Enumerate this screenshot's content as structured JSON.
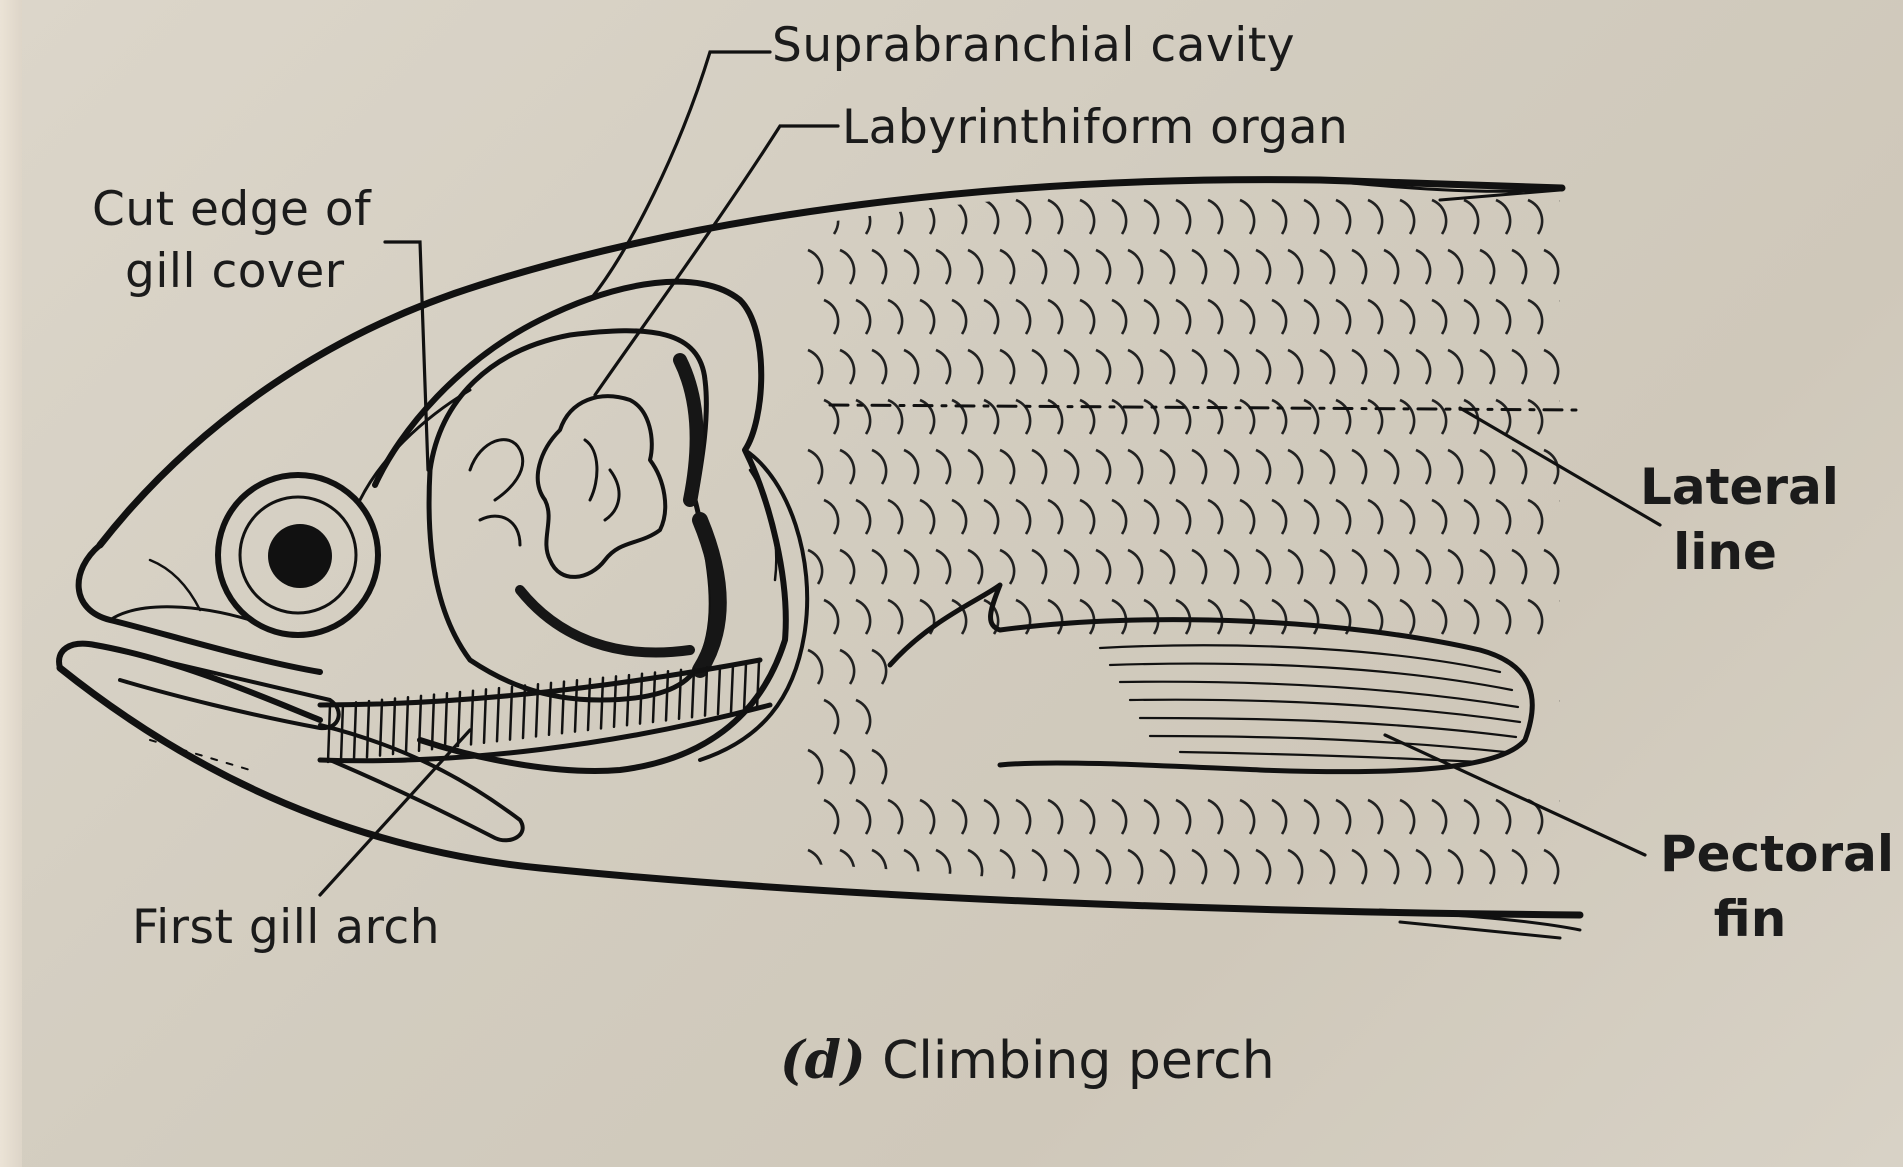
{
  "labels": {
    "suprabranchial": "Suprabranchial cavity",
    "labyrinthiform": "Labyrinthiform organ",
    "cut_edge_1": "Cut edge of",
    "cut_edge_2": "gill cover",
    "lateral_1": "Lateral",
    "lateral_2": "line",
    "pectoral_1": "Pectoral",
    "pectoral_2": "fin",
    "first_gill_arch": "First gill arch"
  },
  "caption": {
    "letter": "(d)",
    "title": "Climbing perch"
  },
  "colors": {
    "paper": "#d6d0c3",
    "ink": "#1b1b1b"
  }
}
